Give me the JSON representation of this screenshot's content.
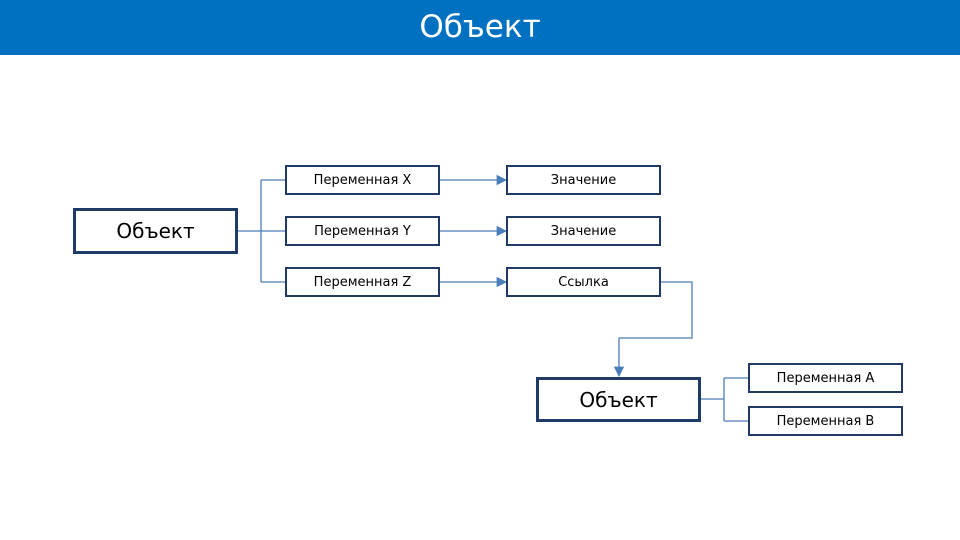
{
  "title": "Объект",
  "colors": {
    "title_bar": "#0070c0",
    "box_border": "#1f3a66",
    "connector": "#4a7ebb"
  },
  "nodes": {
    "object_main": "Объект",
    "var_x": "Переменная X",
    "var_y": "Переменная Y",
    "var_z": "Переменная Z",
    "value_1": "Значение",
    "value_2": "Значение",
    "link": "Ссылка",
    "object_ref": "Объект",
    "var_a": "Переменная A",
    "var_b": "Переменная B"
  }
}
